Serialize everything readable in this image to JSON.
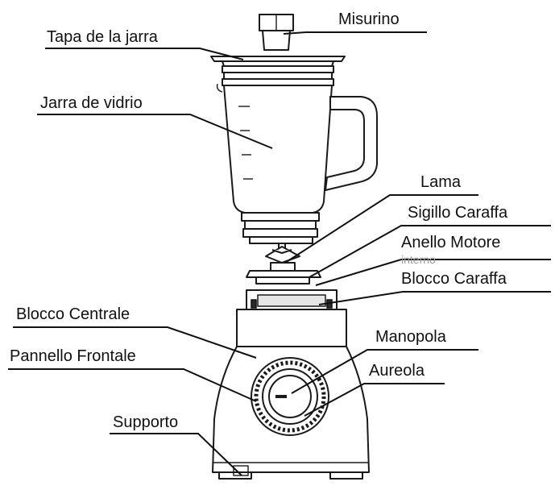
{
  "labels": {
    "misurino": "Misurino",
    "tapa": "Tapa de la jarra",
    "jarra": "Jarra de vidrio",
    "lama": "Lama",
    "sigillo": "Sigillo Caraffa",
    "anello": "Anello Motore",
    "anello_cut": "interno",
    "blocco_caraffa": "Blocco Caraffa",
    "blocco_centrale": "Blocco Centrale",
    "pannello": "Pannello Frontale",
    "manopola": "Manopola",
    "aureola": "Aureola",
    "supporto": "Supporto"
  },
  "colors": {
    "line": "#111111",
    "background": "#ffffff"
  }
}
